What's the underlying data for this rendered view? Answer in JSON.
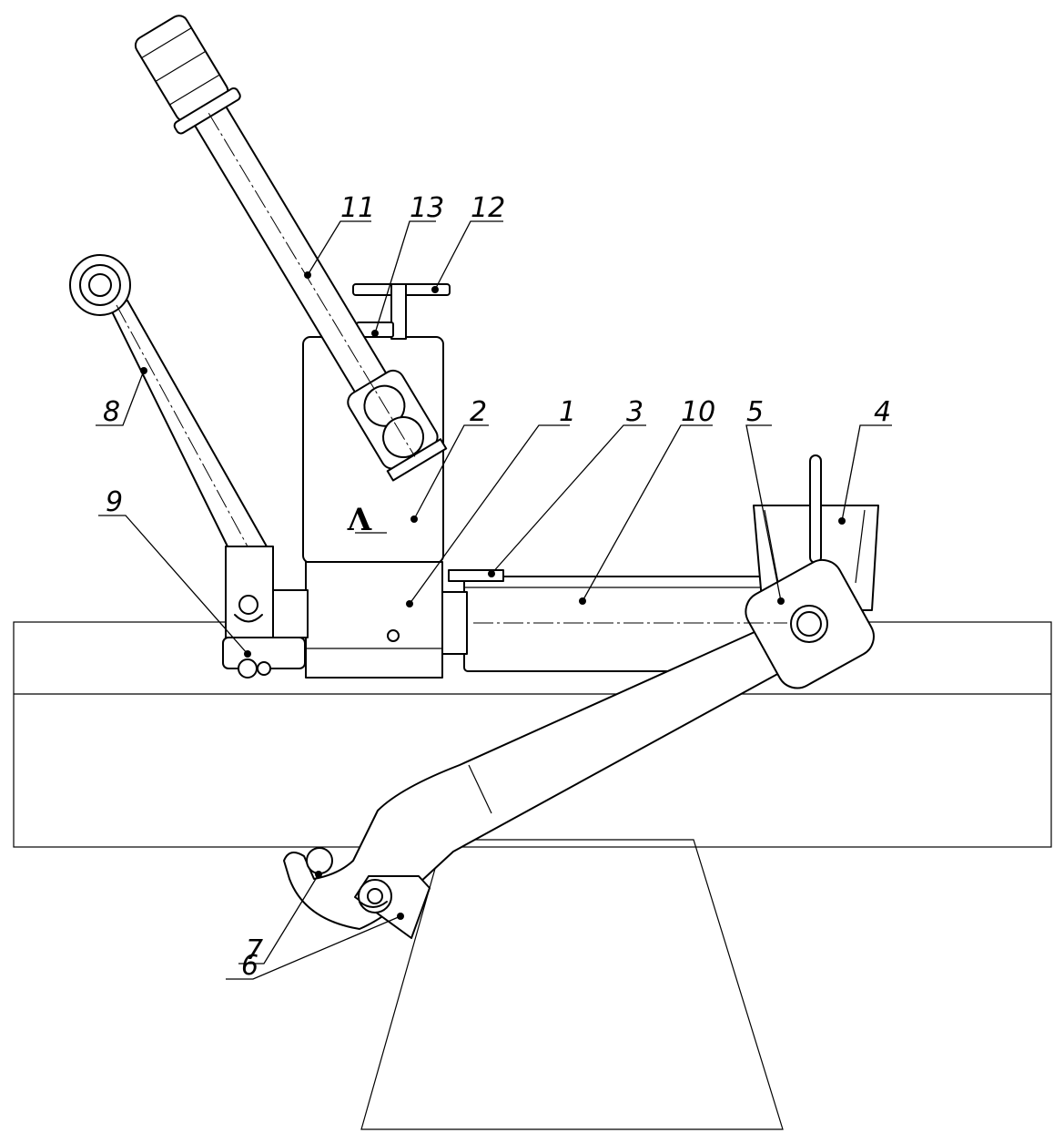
{
  "figure": {
    "logo_text": "Λ",
    "callouts": [
      {
        "id": "1",
        "label": "1"
      },
      {
        "id": "2",
        "label": "2"
      },
      {
        "id": "3",
        "label": "3"
      },
      {
        "id": "4",
        "label": "4"
      },
      {
        "id": "5",
        "label": "5"
      },
      {
        "id": "6",
        "label": "6"
      },
      {
        "id": "7",
        "label": "7"
      },
      {
        "id": "8",
        "label": "8"
      },
      {
        "id": "9",
        "label": "9"
      },
      {
        "id": "10",
        "label": "10"
      },
      {
        "id": "11",
        "label": "11"
      },
      {
        "id": "12",
        "label": "12"
      },
      {
        "id": "13",
        "label": "13"
      }
    ],
    "colors": {
      "line": "#000000",
      "background": "#ffffff"
    }
  }
}
